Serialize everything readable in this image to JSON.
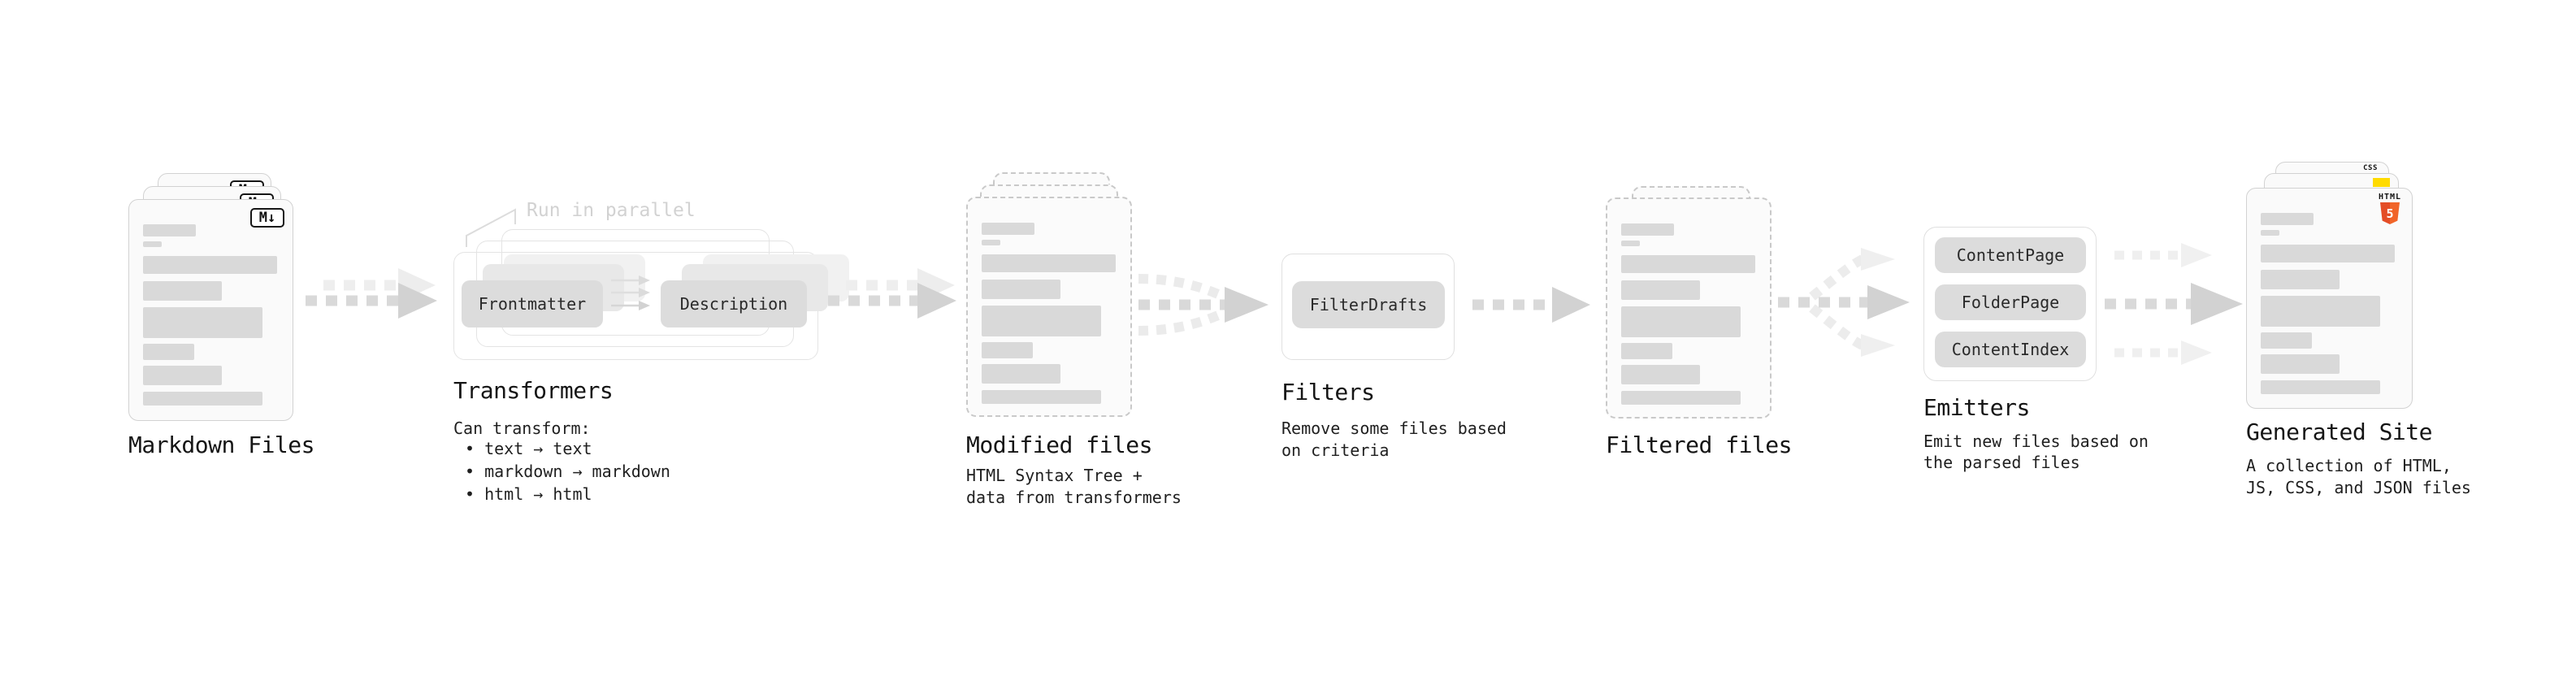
{
  "stages": {
    "markdown": {
      "title": "Markdown Files",
      "badge": "M↓"
    },
    "transformers": {
      "title": "Transformers",
      "annotation": "Run in parallel",
      "transformer_1": "Frontmatter",
      "transformer_2": "Description",
      "subtitle": "Can transform:",
      "bullets": [
        "• text → text",
        "• markdown → markdown",
        "• html → html"
      ]
    },
    "modified": {
      "title": "Modified files",
      "subtitle": "HTML Syntax Tree +\ndata from transformers"
    },
    "filters": {
      "title": "Filters",
      "filter_1": "FilterDrafts",
      "subtitle": "Remove some files based\non criteria"
    },
    "filtered": {
      "title": "Filtered files"
    },
    "emitters": {
      "title": "Emitters",
      "emitter_1": "ContentPage",
      "emitter_2": "FolderPage",
      "emitter_3": "ContentIndex",
      "subtitle": "Emit new files based on\nthe parsed files"
    },
    "generated": {
      "title": "Generated Site",
      "subtitle": "A collection of HTML,\nJS, CSS, and JSON files",
      "badge_css": "CSS",
      "badge_html_label": "HTML",
      "badge_html_number": "5"
    }
  },
  "colors": {
    "html5_orange": "#e44d26",
    "html5_orange_light": "#f16529",
    "js_yellow": "#ffdb00",
    "css_blue": "#2965f1",
    "arrow_gray": "#d9d9d9",
    "arrow_light": "#ededed",
    "pill_gray": "#dcdcdc",
    "text": "#1a1a1a",
    "muted_note": "#d2d2d2"
  }
}
